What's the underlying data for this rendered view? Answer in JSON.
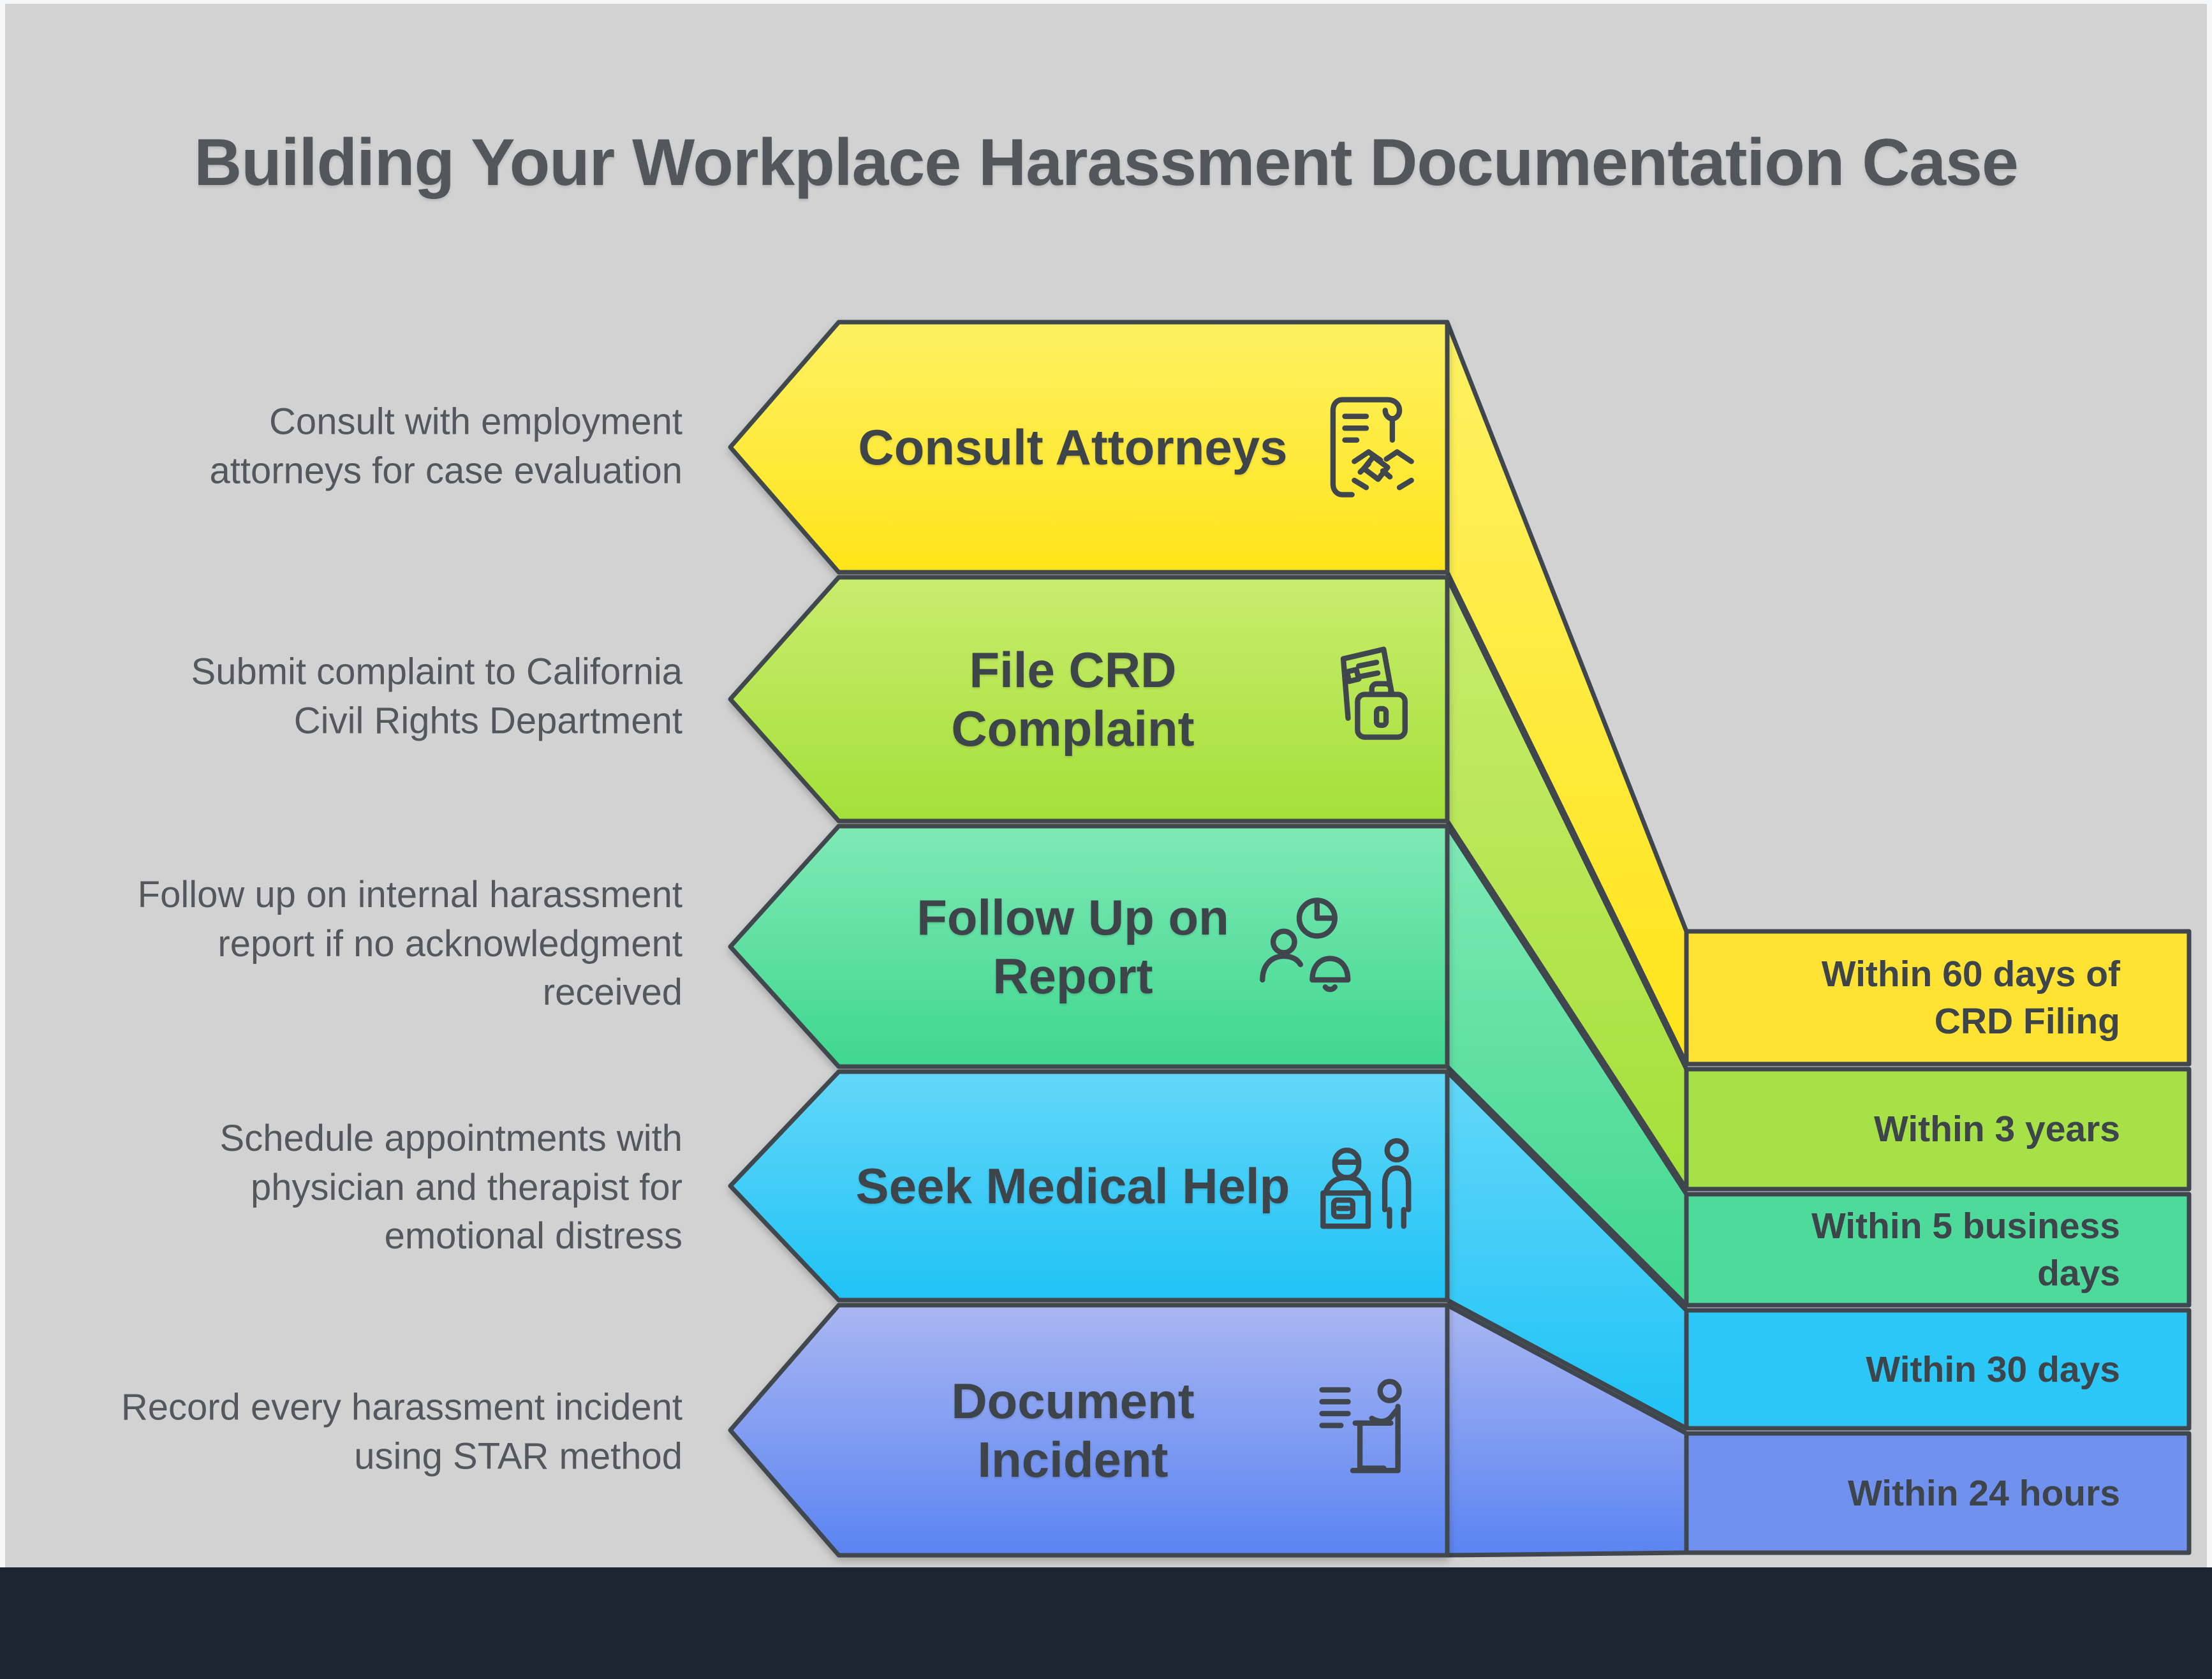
{
  "title": "Building Your Workplace Harassment Documentation Case",
  "colors": {
    "background": "#d2d2d2",
    "frame": "#f6f7f9",
    "footer": "#1c2531",
    "outline": "#3f464d",
    "title_text": "#53575c",
    "body_text": "#54585d"
  },
  "steps": [
    {
      "label": "Consult Attorneys",
      "description": "Consult with employment\nattorneys for case evaluation",
      "timeline": "Within 60 days of\nCRD Filing",
      "icon": "contract-handshake-icon",
      "color_top": "#fdf163",
      "color_bottom": "#ffe41a",
      "box_color": "#ffe334"
    },
    {
      "label": "File CRD Complaint",
      "description": "Submit complaint to California\nCivil Rights Department",
      "timeline": "Within 3 years",
      "icon": "document-briefcase-icon",
      "color_top": "#c9ec6d",
      "color_bottom": "#a4e039",
      "box_color": "#a7e148"
    },
    {
      "label": "Follow Up on\nReport",
      "description": "Follow up on internal harassment\nreport if no acknowledgment\nreceived",
      "timeline": "Within 5 business\ndays",
      "icon": "person-chart-bell-icon",
      "color_top": "#7fe9b5",
      "color_bottom": "#3fd78f",
      "box_color": "#4eda9b"
    },
    {
      "label": "Seek Medical Help",
      "description": "Schedule appointments with\nphysician and therapist for\nemotional distress",
      "timeline": "Within 30 days",
      "icon": "doctor-patient-icon",
      "color_top": "#63d7f8",
      "color_bottom": "#1fc3f6",
      "box_color": "#2bc7f7"
    },
    {
      "label": "Document Incident",
      "description": "Record every harassment incident\nusing STAR method",
      "timeline": "Within 24 hours",
      "icon": "person-desk-icon",
      "color_top": "#a9b6f2",
      "color_bottom": "#5a84f2",
      "box_color": "#7191ef"
    }
  ]
}
